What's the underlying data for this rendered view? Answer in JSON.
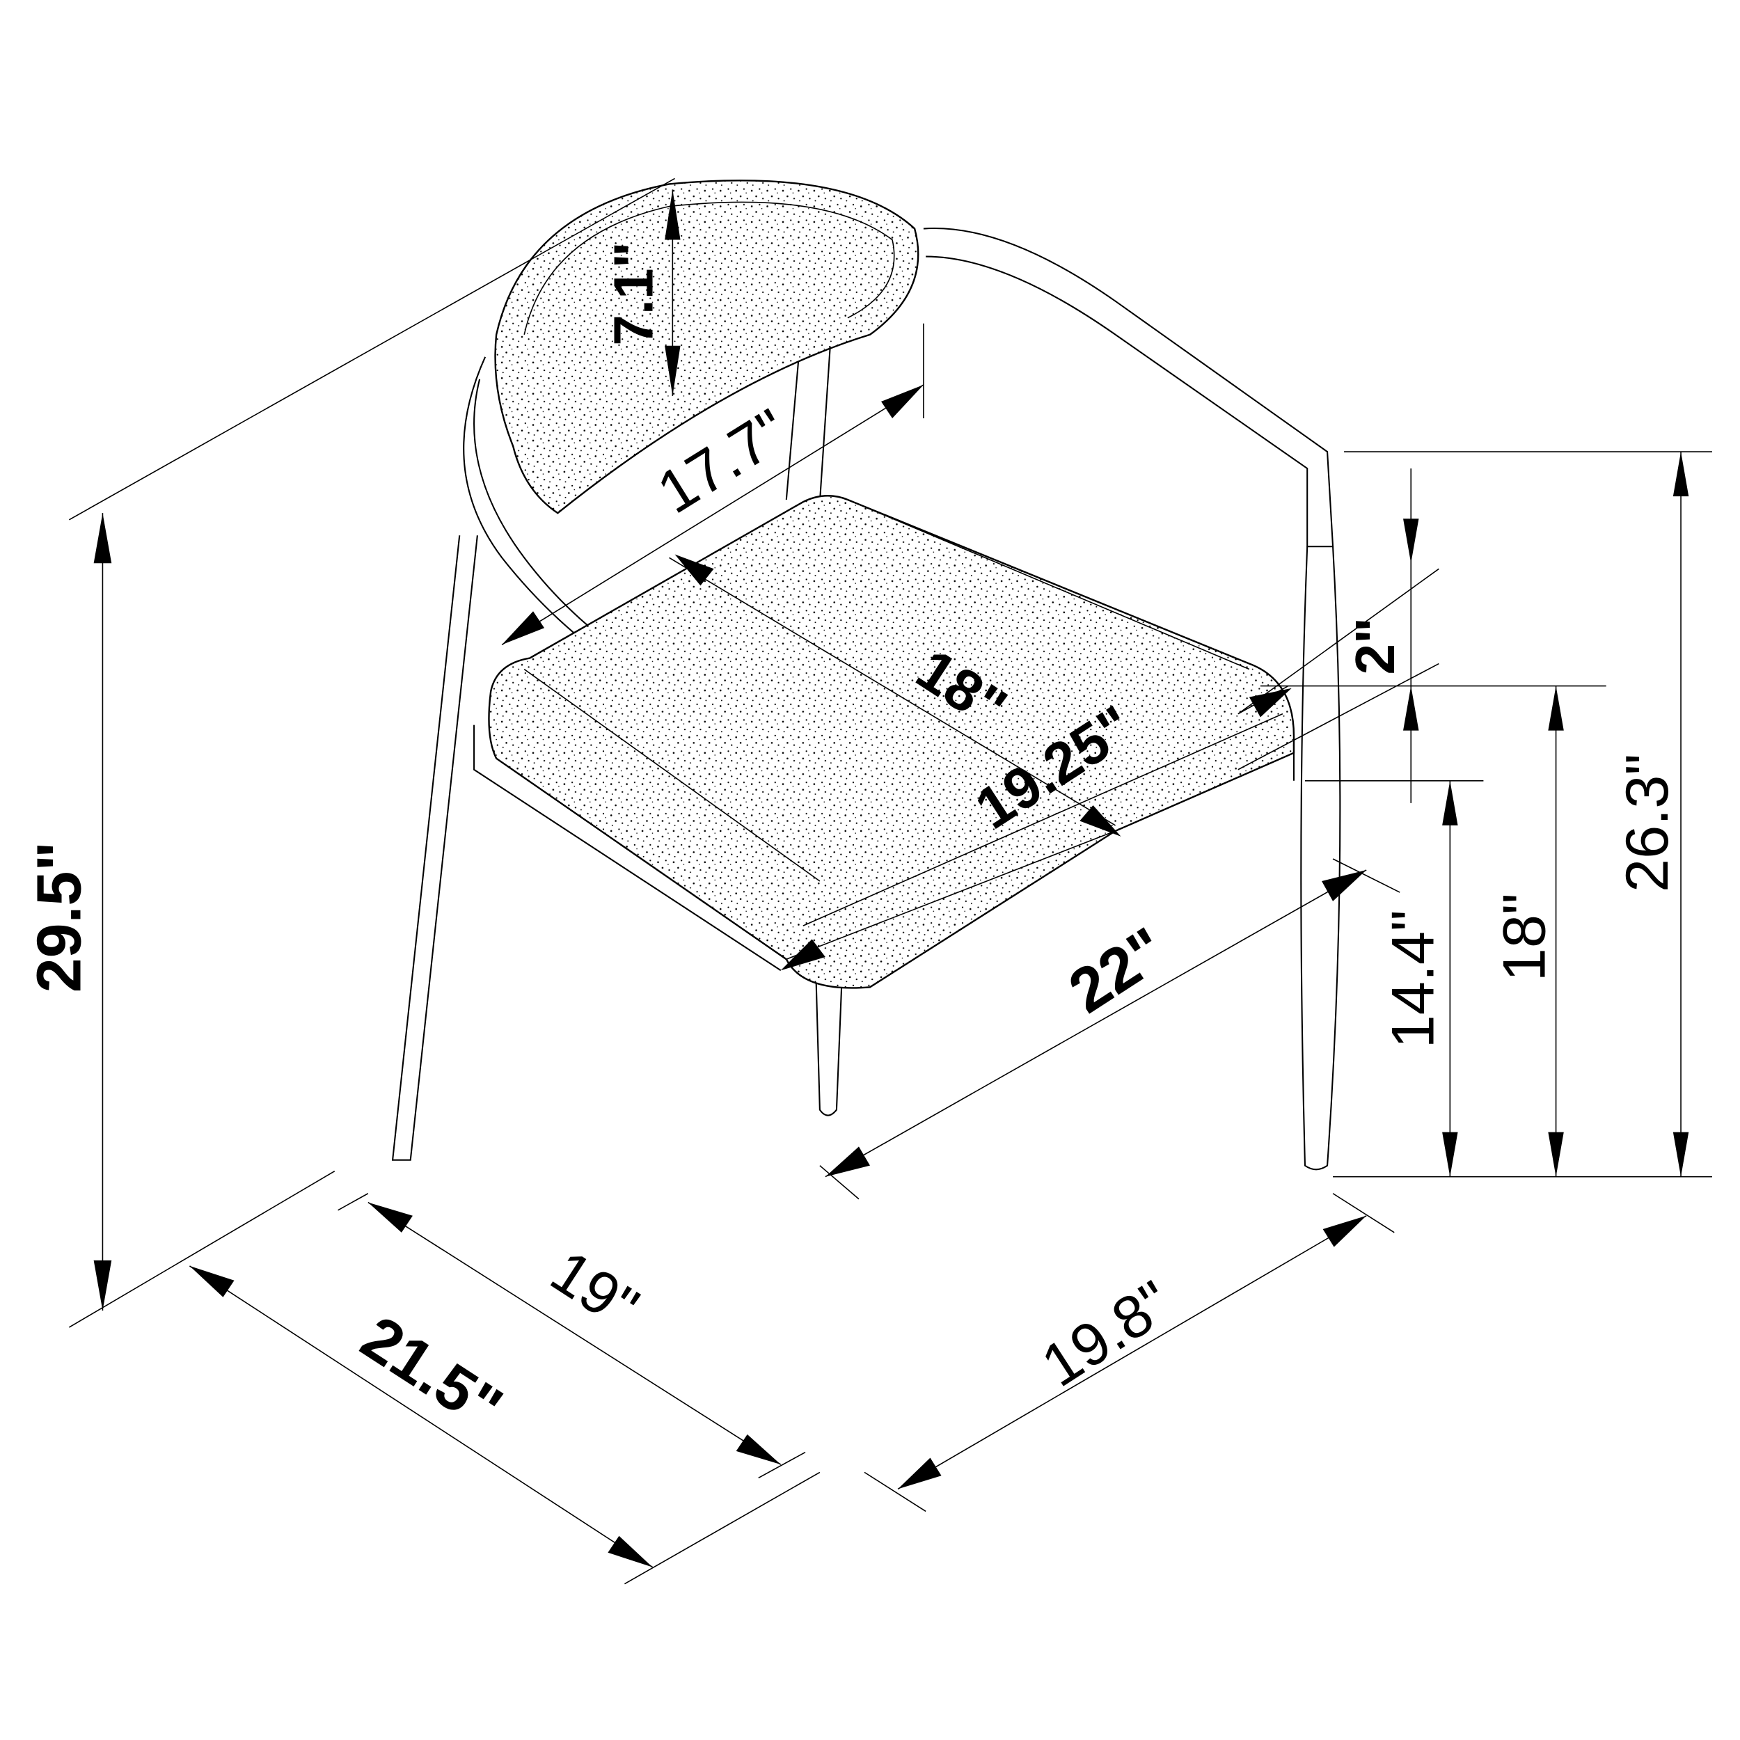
{
  "title": "Chair dimension drawing",
  "units": "inches",
  "dimensions": {
    "overall_height": "29.5\"",
    "backrest_height": "7.1\"",
    "backrest_width": "17.7\"",
    "seat_depth": "18\"",
    "seat_width": "19.25\"",
    "seat_thickness": "2\"",
    "arm_to_arm_width": "22\"",
    "under_seat_height": "14.4\"",
    "seat_height": "18\"",
    "arm_height": "26.3\"",
    "leg_depth": "19\"",
    "overall_depth": "21.5\"",
    "overall_width": "19.8\""
  },
  "colors": {
    "line": "#000000",
    "background": "#ffffff"
  }
}
